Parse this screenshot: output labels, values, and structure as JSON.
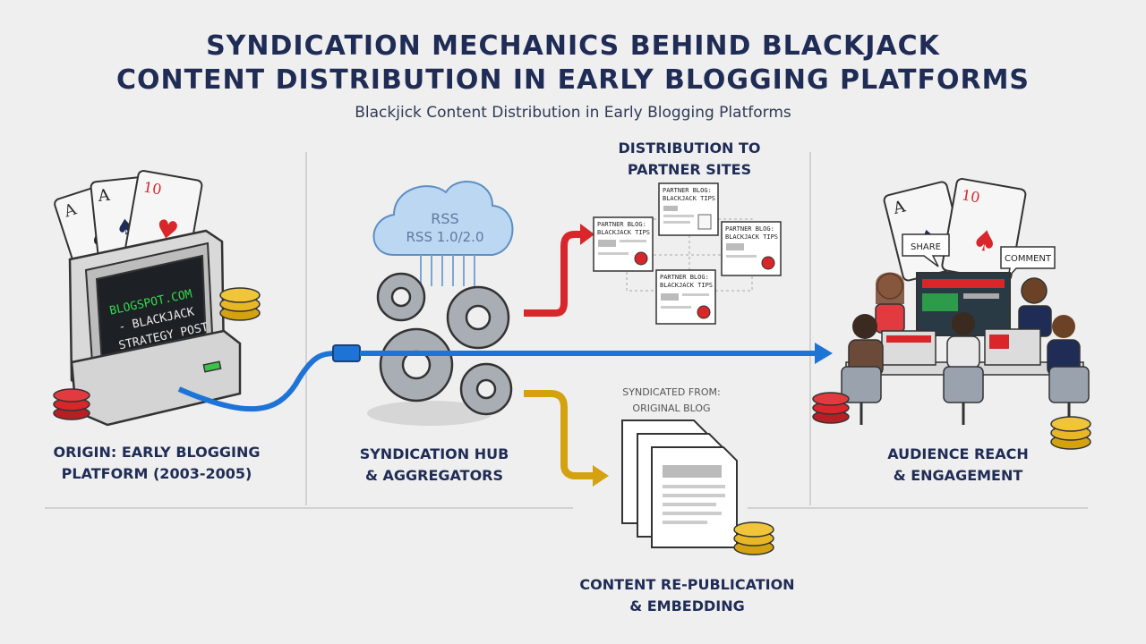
{
  "title": {
    "line1": "SYNDICATION MECHANICS BEHIND BLACKJACK",
    "line2": "CONTENT DISTRIBUTION IN EARLY BLOGGING PLATFORMS",
    "subtitle": "Blackjick Content Distribution in Early Blogging Platforms"
  },
  "origin": {
    "screen_line1": "BLOGSPOT.COM",
    "screen_line2": "- BLACKJACK",
    "screen_line3": "STRATEGY POST",
    "label_line1": "ORIGIN: EARLY BLOGGING",
    "label_line2": "PLATFORM (2003-2005)"
  },
  "hub": {
    "cloud_line1": "RSS",
    "cloud_line2": "RSS 1.0/2.0",
    "label_line1": "SYNDICATION HUB",
    "label_line2": "& AGGREGATORS"
  },
  "partners": {
    "heading_line1": "DISTRIBUTION TO",
    "heading_line2": "PARTNER SITES",
    "card_line1": "PARTNER BLOG:",
    "card_line2": "BLACKJACK TIPS"
  },
  "republish": {
    "note_line1": "SYNDICATED FROM:",
    "note_line2": "ORIGINAL BLOG",
    "label_line1": "CONTENT RE-PUBLICATION",
    "label_line2": "& EMBEDDING"
  },
  "audience": {
    "bubble_share": "SHARE",
    "bubble_comment": "COMMENT",
    "label_line1": "AUDIENCE REACH",
    "label_line2": "& ENGAGEMENT"
  },
  "colors": {
    "navy": "#1f2c55",
    "red_arrow": "#d8262b",
    "blue_arrow": "#1e74d6",
    "gold_arrow": "#d4a20f",
    "terminal_green": "#34d94a"
  }
}
